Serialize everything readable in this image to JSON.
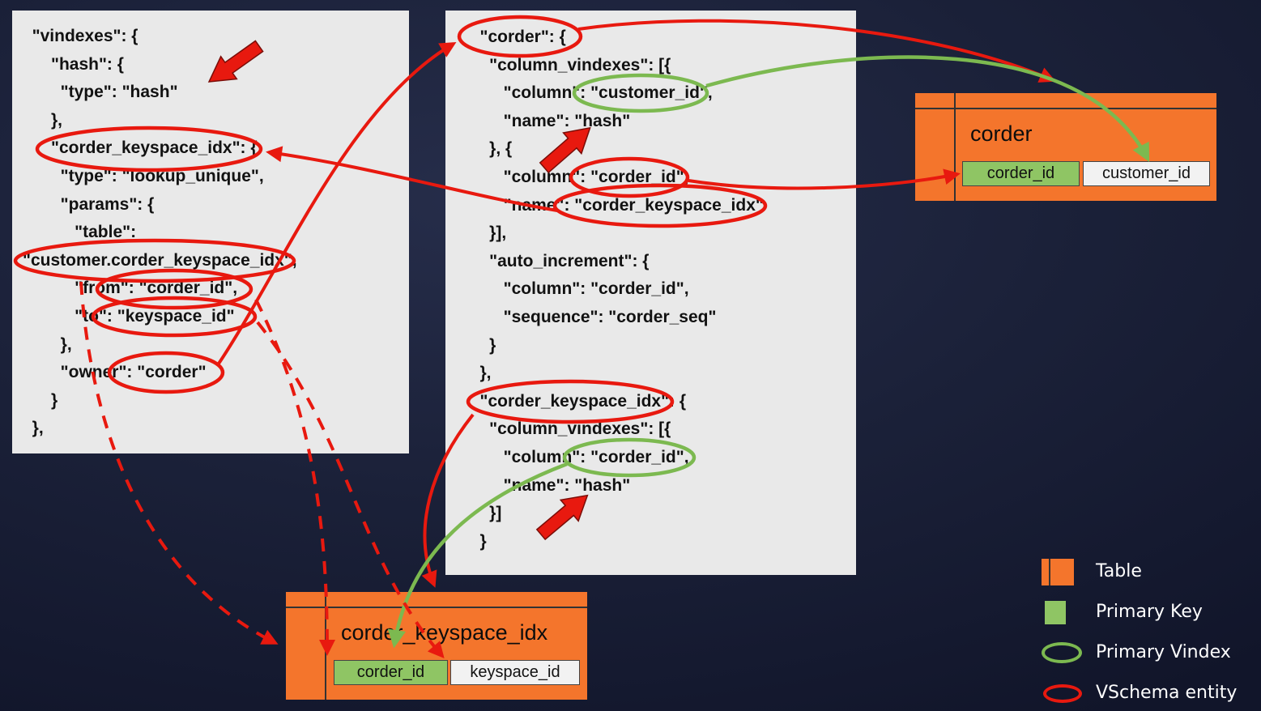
{
  "colors": {
    "background_navy": "#1b2139",
    "panel_gray": "#e9e9e9",
    "code_text": "#121212",
    "vschema_red": "#e8190f",
    "vindex_green": "#7cb950",
    "table_orange": "#f4752c",
    "primary_key_green": "#8fc564",
    "plain_cell_gray": "#f2f2f2",
    "legend_text": "#ffffff"
  },
  "vindexes_panel": {
    "lines": [
      "  \"vindexes\": {",
      "      \"hash\": {",
      "        \"type\": \"hash\"",
      "      },",
      "      \"corder_keyspace_idx\": {",
      "        \"type\": \"lookup_unique\",",
      "        \"params\": {",
      "           \"table\":",
      "\"customer.corder_keyspace_idx\",",
      "           \"from\": \"corder_id\",",
      "           \"to\": \"keyspace_id\"",
      "        },",
      "        \"owner\": \"corder\"",
      "      }",
      "  },"
    ]
  },
  "tables_panel": {
    "lines": [
      "   \"corder\": {",
      "     \"column_vindexes\": [{",
      "        \"column\": \"customer_id\",",
      "        \"name\": \"hash\"",
      "     }, {",
      "        \"column\": \"corder_id\",",
      "        \"name\": \"corder_keyspace_idx\"",
      "     }],",
      "     \"auto_increment\": {",
      "        \"column\": \"corder_id\",",
      "        \"sequence\": \"corder_seq\"",
      "     }",
      "   },",
      "   \"corder_keyspace_idx\": {",
      "     \"column_vindexes\": [{",
      "        \"column\": \"corder_id\",",
      "        \"name\": \"hash\"",
      "     }]",
      "   }"
    ]
  },
  "corder_table": {
    "title": "corder",
    "pk_cell": "corder_id",
    "cell": "customer_id"
  },
  "idx_table": {
    "title": "corder_keyspace_idx",
    "pk_cell": "corder_id",
    "cell": "keyspace_id"
  },
  "legend": {
    "items": [
      {
        "icon": "table-swatch",
        "label": "Table"
      },
      {
        "icon": "primary-key-swatch",
        "label": "Primary Key"
      },
      {
        "icon": "primary-vindex-ellipse",
        "label": "Primary Vindex"
      },
      {
        "icon": "vschema-entity-ellipse",
        "label": "VSchema entity"
      }
    ]
  }
}
